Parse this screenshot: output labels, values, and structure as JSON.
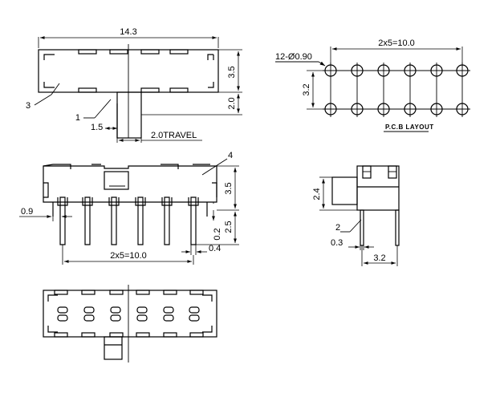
{
  "top_view": {
    "overall_length": "14.3",
    "body_height": "3.5",
    "actuator_protrusion": "2.0",
    "actuator_offset": "1.5",
    "travel": "2.0TRAVEL",
    "callout_1": "1",
    "callout_3": "3"
  },
  "pcb_layout": {
    "hole_spec": "12-Ø0.90",
    "hole_pitch": "2x5=10.0",
    "row_spacing": "3.2",
    "caption": "P.C.B LAYOUT",
    "rows": 2,
    "columns": 6
  },
  "side_view": {
    "callout_4": "4",
    "body_height": "3.5",
    "pin_length": "2.5",
    "standoff": "0.2",
    "pin_width": "0.4",
    "pin_offset": "0.9",
    "pin_pitch": "2x5=10.0"
  },
  "end_view": {
    "actuator_height": "2.4",
    "callout_2": "2",
    "pin_thickness": "0.3",
    "row_spacing": "3.2"
  }
}
